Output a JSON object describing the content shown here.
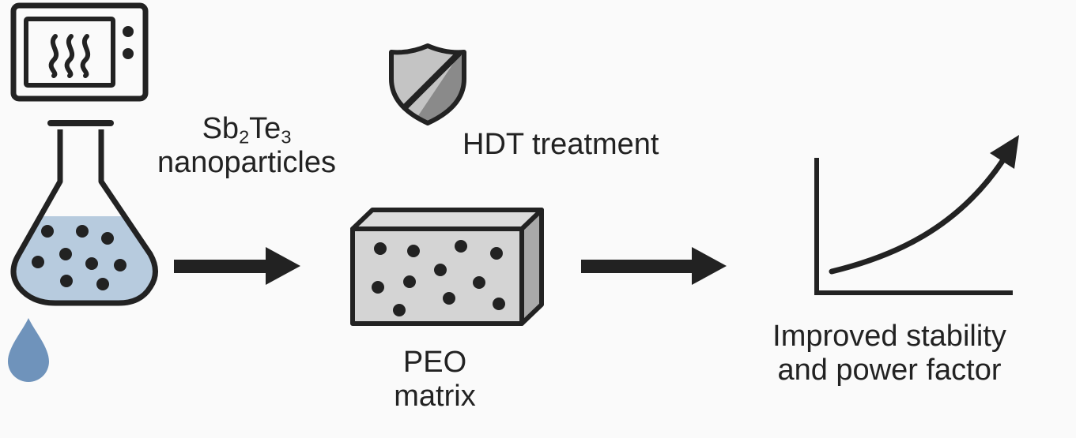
{
  "labels": {
    "nanoparticles": {
      "formula": {
        "sb": "Sb",
        "sb_sub": "2",
        "te": "Te",
        "te_sub": "3"
      },
      "line2": "nanoparticles"
    },
    "treatment": "HDT treatment",
    "matrix": {
      "line1": "PEO",
      "line2": "matrix"
    },
    "result": {
      "line1": "Improved stability",
      "line2": "and power factor"
    }
  },
  "icons": [
    "microwave-icon",
    "flask-icon",
    "droplet-icon",
    "shield-icon",
    "composite-block-icon",
    "rising-curve-chart-icon",
    "arrow-right-icon"
  ],
  "colors": {
    "stroke": "#222222",
    "liquid": "#b7cbde",
    "droplet": "#6f93bb",
    "block_face": "#d4d4d4",
    "block_side": "#a9a9a9",
    "shield_light": "#c4c4c4",
    "shield_dark": "#8a8a8a"
  }
}
